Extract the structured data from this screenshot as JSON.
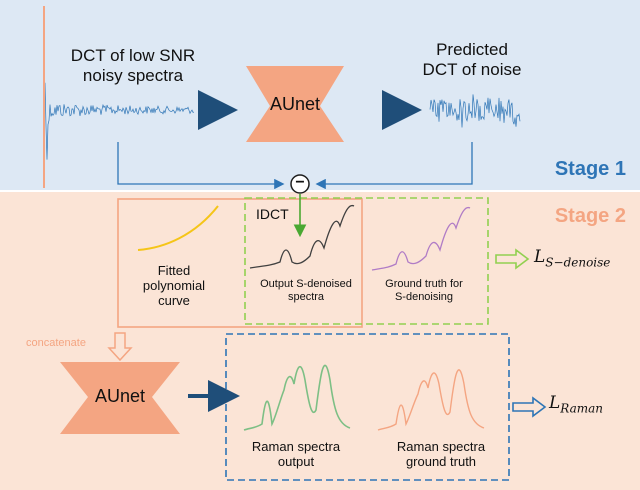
{
  "stage1": {
    "label": "Stage 1",
    "input_label": "DCT of low SNR\nnoisy spectra",
    "network_label": "AUnet",
    "output_label": "Predicted\nDCT of noise",
    "operator_symbol": "−"
  },
  "stage2": {
    "label": "Stage 2",
    "idct_label": "IDCT",
    "polynomial_label": "Fitted\npolynomial\ncurve",
    "output_s_label": "Output S-denoised\nspectra",
    "gt_s_label": "Ground truth for\nS-denoising",
    "concat_label": "concatenate",
    "network_label": "AUnet",
    "raman_output_label": "Raman spectra\noutput",
    "raman_gt_label": "Raman spectra\nground truth",
    "loss_s": {
      "main": "L",
      "sub": "S−denoise"
    },
    "loss_raman": {
      "main": "L",
      "sub": "Raman"
    }
  },
  "colors": {
    "stage1_bg": "#dde8f4",
    "stage2_bg": "#fbe4d6",
    "stage1_text": "#2e75b6",
    "stage2_text": "#f4a582",
    "aunet": "#f4a582",
    "dark_arrow": "#1f4e79",
    "blue_arrow": "#2e75b6",
    "orange_box": "#f4a582",
    "green_dash": "#92d050",
    "blue_dash": "#2e75b6",
    "green_arrow": "#4aa832",
    "noise_signal": "#2e75b6",
    "yellow_curve": "#f5c518",
    "purple_curve": "#b07cc6",
    "green_spectrum": "#7dbf85",
    "orange_spectrum": "#f4a582"
  }
}
